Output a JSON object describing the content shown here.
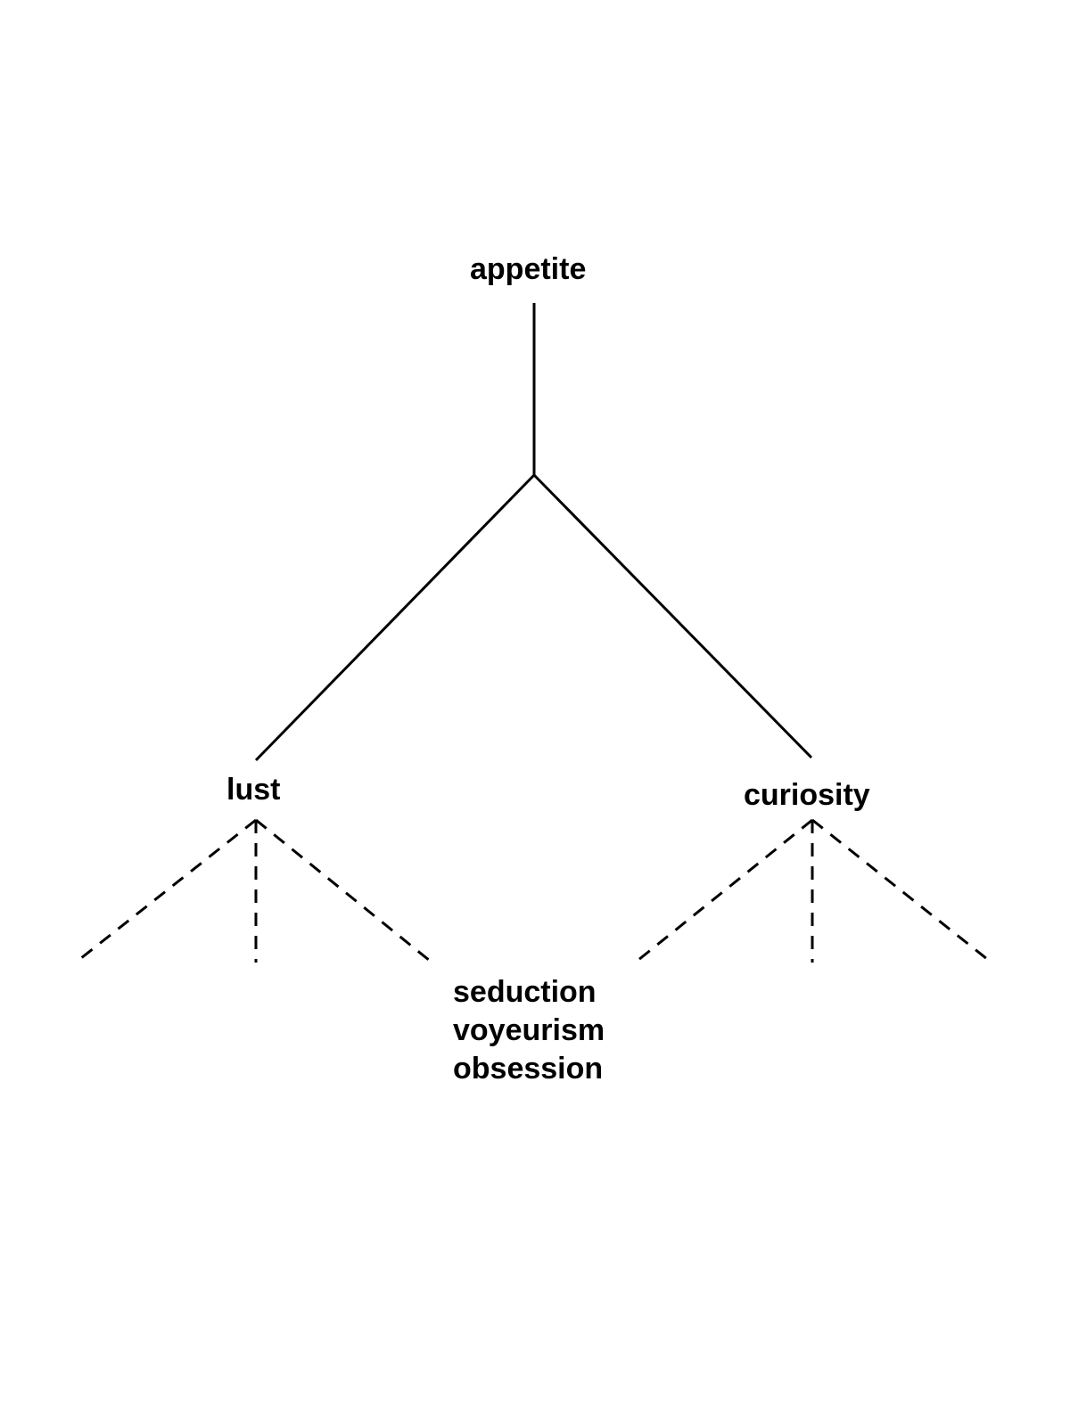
{
  "nodes": {
    "root": "appetite",
    "left": "lust",
    "right": "curiosity"
  },
  "leaves": [
    "seduction",
    "voyeurism",
    "obsession"
  ],
  "colors": {
    "line": "#000000",
    "text": "#000000",
    "background": "#ffffff"
  }
}
